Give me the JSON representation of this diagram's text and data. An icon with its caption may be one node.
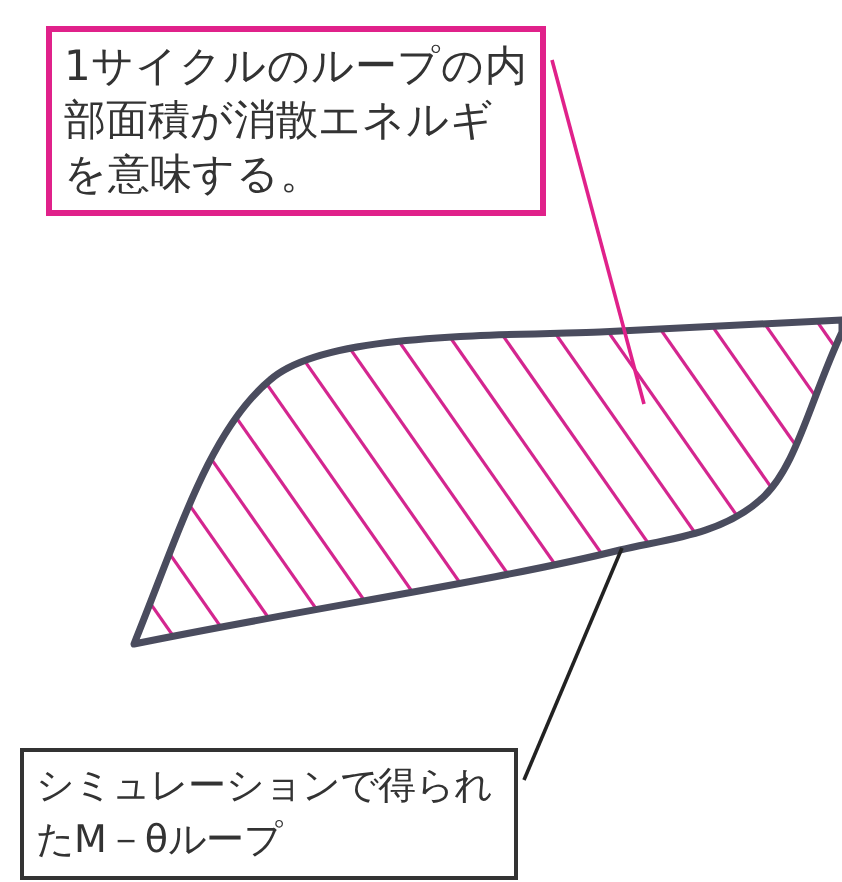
{
  "diagram": {
    "nodes": [
      {
        "text": [
          "1サイクルのループの内部面積が消散エネルギを意味する。"
        ]
      },
      {
        "text": [
          "シミュレーションで得られたM－θループ"
        ]
      },
      {
        "text": [],
        "shape": "loop"
      }
    ],
    "edges": [
      {
        "from": 0,
        "to": 2,
        "arrow": "none",
        "color": "#e0218a"
      },
      {
        "from": 1,
        "to": 2,
        "arrow": "none",
        "color": "#222222"
      }
    ]
  }
}
